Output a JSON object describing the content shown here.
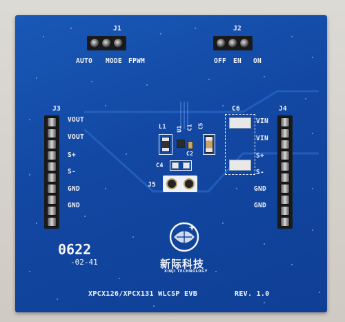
{
  "board": {
    "headers": {
      "j1": "J1",
      "j2": "J2",
      "j3": "J3",
      "j4": "J4",
      "j5": "J5"
    },
    "j1_labels": [
      "AUTO",
      "MODE",
      "FPWM"
    ],
    "j2_labels": [
      "OFF",
      "EN",
      "ON"
    ],
    "j3_labels": [
      "VOUT",
      "VOUT",
      "S+",
      "S-",
      "GND",
      "GND"
    ],
    "j4_labels": [
      "VIN",
      "VIN",
      "S+",
      "S-",
      "GND",
      "GND"
    ],
    "refs": {
      "l1": "L1",
      "u1": "U1",
      "c1": "C1",
      "c2": "C2",
      "c4": "C4",
      "c5": "C5",
      "c6": "C6"
    },
    "date_code_main": "0622",
    "date_code_sub": "-02-41",
    "logo_cn": "新际科技",
    "logo_en": "XINJI TECHNOLOGY",
    "board_title": "XPCX126/XPCX131 WLCSP EVB",
    "revision": "REV. 1.0"
  }
}
